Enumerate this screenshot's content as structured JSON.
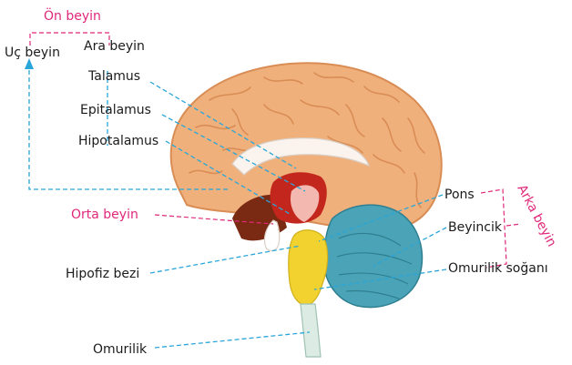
{
  "labels": {
    "on_beyin": "Ön beyin",
    "uc_beyin": "Uç beyin",
    "ara_beyin": "Ara beyin",
    "talamus": "Talamus",
    "epitalamus": "Epitalamus",
    "hipotalamus": "Hipotalamus",
    "orta_beyin": "Orta beyin",
    "hipofiz_bezi": "Hipofiz bezi",
    "omurilik": "Omurilik",
    "pons": "Pons",
    "beyincik": "Beyincik",
    "omurilik_sogani": "Omurilik soğanı",
    "arka_beyin": "Arka beyin"
  },
  "colors": {
    "cerebrum": "#f0b07c",
    "cerebrum_outline": "#d98d55",
    "midbrain": "#c3261c",
    "dark_region": "#7a2a12",
    "cerebellum": "#4aa3b6",
    "pons_medulla": "#f2d22e",
    "spinal_cord": "#dcebe4",
    "leader_blue": "#2aa6d8",
    "accent_pink": "#e0287a"
  }
}
